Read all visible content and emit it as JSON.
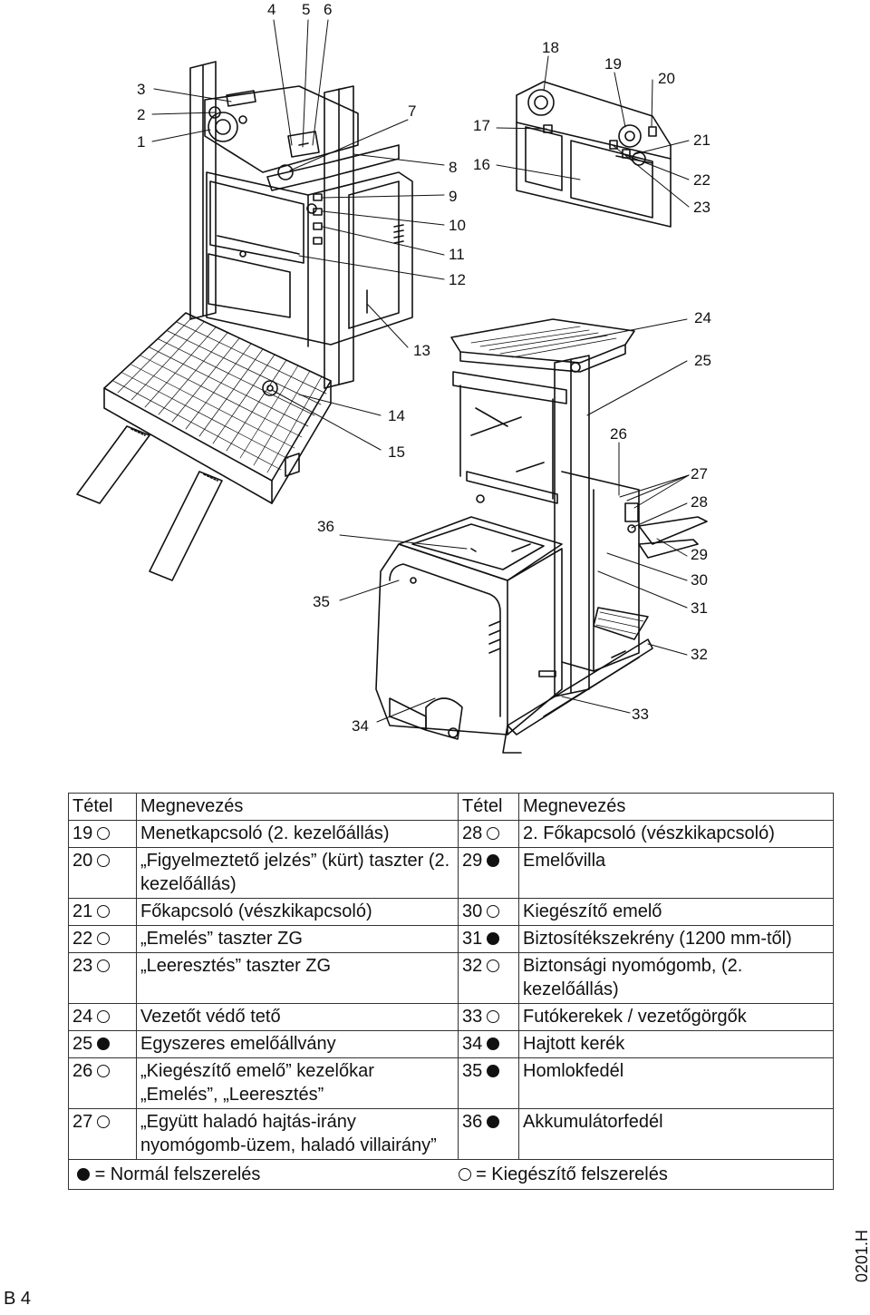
{
  "callouts": [
    "1",
    "2",
    "3",
    "4",
    "5",
    "6",
    "7",
    "8",
    "9",
    "10",
    "11",
    "12",
    "13",
    "14",
    "15",
    "16",
    "17",
    "18",
    "19",
    "20",
    "21",
    "22",
    "23",
    "24",
    "25",
    "26",
    "27",
    "28",
    "29",
    "30",
    "31",
    "32",
    "33",
    "34",
    "35",
    "36"
  ],
  "legend": {
    "header": {
      "col1_num": "Tétel",
      "col1_name": "Megnevezés",
      "col2_num": "Tétel",
      "col2_name": "Megnevezés"
    },
    "rows": [
      {
        "n1": "19",
        "m1": "open",
        "t1": "Menetkapcsoló (2. kezelőállás)",
        "n2": "28",
        "m2": "open",
        "t2": "2. Főkapcsoló (vészkikapcsoló)"
      },
      {
        "n1": "20",
        "m1": "open",
        "t1": "„Figyelmeztető jelzés” (kürt) taszter (2. kezelőállás)",
        "n2": "29",
        "m2": "full",
        "t2": "Emelővilla"
      },
      {
        "n1": "21",
        "m1": "open",
        "t1": "Főkapcsoló (vészkikapcsoló)",
        "n2": "30",
        "m2": "open",
        "t2": "Kiegészítő emelő"
      },
      {
        "n1": "22",
        "m1": "open",
        "t1": "„Emelés” taszter ZG",
        "n2": "31",
        "m2": "full",
        "t2": "Biztosítékszekrény (1200 mm-től)"
      },
      {
        "n1": "23",
        "m1": "open",
        "t1": "„Leeresztés” taszter ZG",
        "n2": "32",
        "m2": "open",
        "t2": "Biztonsági nyomógomb, (2. kezelőállás)"
      },
      {
        "n1": "24",
        "m1": "open",
        "t1": "Vezetőt védő tető",
        "n2": "33",
        "m2": "open",
        "t2": "Futókerekek / vezetőgörgők"
      },
      {
        "n1": "25",
        "m1": "full",
        "t1": "Egyszeres emelőállvány",
        "n2": "34",
        "m2": "full",
        "t2": "Hajtott kerék"
      },
      {
        "n1": "26",
        "m1": "open",
        "t1": "„Kiegészítő emelő” kezelőkar „Emelés”, „Leeresztés”",
        "n2": "35",
        "m2": "full",
        "t2": "Homlokfedél"
      },
      {
        "n1": "27",
        "m1": "open",
        "t1": "„Együtt haladó hajtás-irány nyomógomb-üzem, haladó villairány”",
        "n2": "36",
        "m2": "full",
        "t2": "Akkumulátorfedél"
      }
    ],
    "footer": {
      "full_text": "= Normál felszerelés",
      "open_text": "= Kiegészítő felszerelés"
    }
  },
  "page_ref": "B 4",
  "doc_code": "0201.H"
}
